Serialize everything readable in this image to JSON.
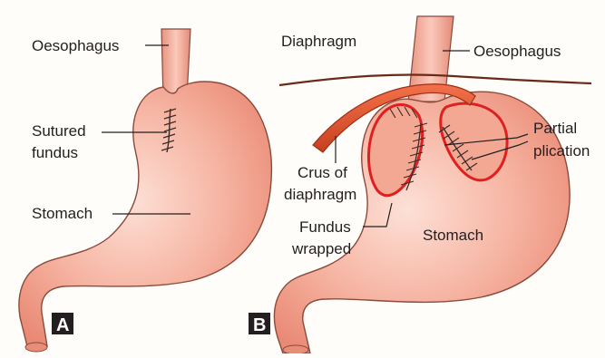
{
  "panels": [
    {
      "letter": "A",
      "labels": {
        "oesophagus": "Oesophagus",
        "sutured_line1": "Sutured",
        "sutured_line2": "fundus",
        "stomach": "Stomach"
      }
    },
    {
      "letter": "B",
      "labels": {
        "diaphragm": "Diaphragm",
        "oesophagus": "Oesophagus",
        "partial_line1": "Partial",
        "partial_line2": "plication",
        "crus_line1": "Crus of",
        "crus_line2": "diaphragm",
        "fundus_line1": "Fundus",
        "fundus_line2": "wrapped",
        "stomach": "Stomach"
      }
    }
  ],
  "colors": {
    "stomach_fill": "#f3a894",
    "stomach_highlight": "#fbd3c7",
    "stomach_outline": "#8a4a3c",
    "crus": "#e0542e",
    "wrap_outline": "#e02020",
    "diaphragm_line": "#6b2a18",
    "panel_label_bg": "#231f20"
  }
}
